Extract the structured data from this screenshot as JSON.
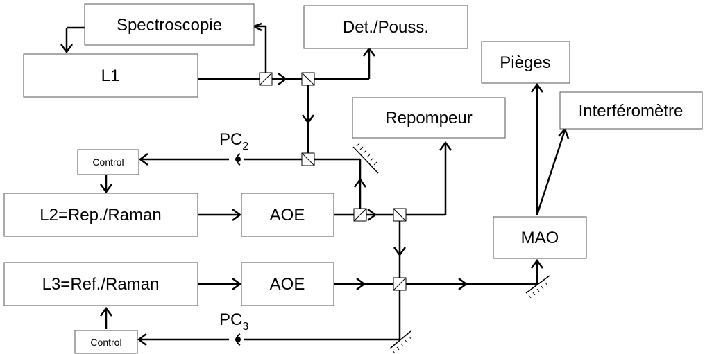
{
  "boxes": {
    "spectroscopie": "Spectroscopie",
    "det_pouss": "Det./Pouss.",
    "l1": "L1",
    "pieges": "Pièges",
    "repompeur": "Repompeur",
    "interferometre": "Interféromètre",
    "control_top": "Control",
    "l2": "L2=Rep./Raman",
    "aoe_top": "AOE",
    "mao": "MAO",
    "l3": "L3=Ref./Raman",
    "aoe_bottom": "AOE",
    "control_bottom": "Control"
  },
  "photodiodes": {
    "pc2": {
      "base": "PC",
      "sub": "2"
    },
    "pc3": {
      "base": "PC",
      "sub": "3"
    }
  }
}
